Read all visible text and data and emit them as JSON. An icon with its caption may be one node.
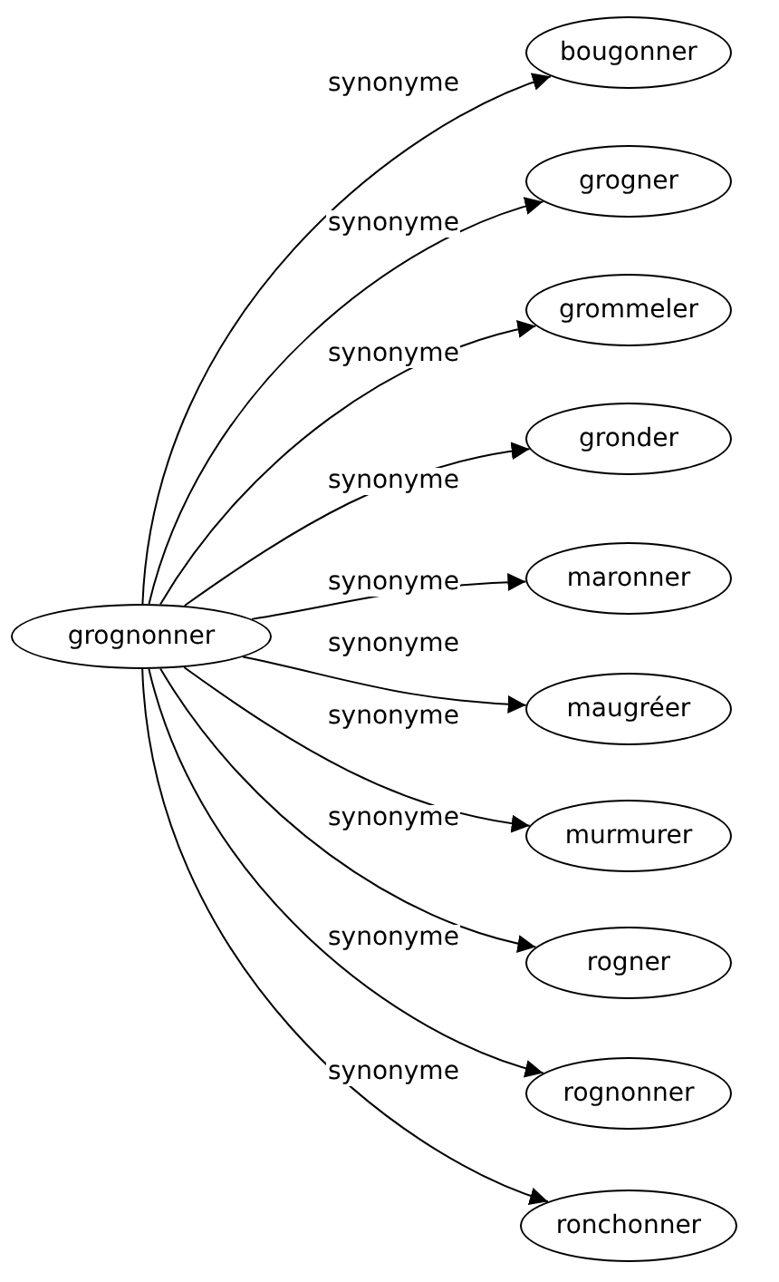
{
  "diagram": {
    "nodes": [
      {
        "text": [
          "grognonner"
        ]
      },
      {
        "text": [
          "bougonner"
        ]
      },
      {
        "text": [
          "grogner"
        ]
      },
      {
        "text": [
          "grommeler"
        ]
      },
      {
        "text": [
          "gronder"
        ]
      },
      {
        "text": [
          "maronner"
        ]
      },
      {
        "text": [
          "maugréer"
        ]
      },
      {
        "text": [
          "murmurer"
        ]
      },
      {
        "text": [
          "rogner"
        ]
      },
      {
        "text": [
          "rognonner"
        ]
      },
      {
        "text": [
          "ronchonner"
        ]
      }
    ],
    "edges": [
      {
        "from": 0,
        "to": 1,
        "arrow": "to",
        "label": "synonyme"
      },
      {
        "from": 0,
        "to": 2,
        "arrow": "to",
        "label": "synonyme"
      },
      {
        "from": 0,
        "to": 3,
        "arrow": "to",
        "label": "synonyme"
      },
      {
        "from": 0,
        "to": 4,
        "arrow": "to",
        "label": "synonyme"
      },
      {
        "from": 0,
        "to": 5,
        "arrow": "to",
        "label": "synonyme"
      },
      {
        "from": 0,
        "to": 6,
        "arrow": "to",
        "label": "synonyme"
      },
      {
        "from": 0,
        "to": 7,
        "arrow": "to",
        "label": "synonyme"
      },
      {
        "from": 0,
        "to": 8,
        "arrow": "to",
        "label": "synonyme"
      },
      {
        "from": 0,
        "to": 9,
        "arrow": "to",
        "label": "synonyme"
      },
      {
        "from": 0,
        "to": 10,
        "arrow": "to",
        "label": "synonyme"
      }
    ]
  }
}
